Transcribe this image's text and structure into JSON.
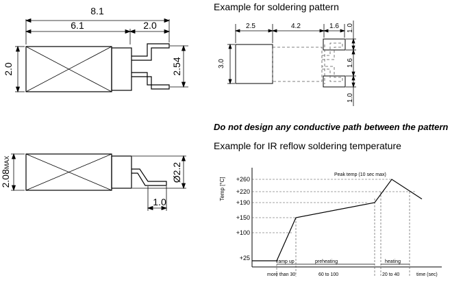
{
  "headings": {
    "soldering_pattern": "Example for soldering pattern",
    "warning": "Do not design any conductive path between the pattern",
    "reflow": "Example for IR reflow soldering temperature"
  },
  "top_view": {
    "overall_length": "8.1",
    "body_length": "6.1",
    "lead_length": "2.0",
    "height": "2.0",
    "lead_pitch": "2.54"
  },
  "side_view": {
    "max_height_value": "2.08",
    "max_height_suffix": "MAX",
    "diameter": "Ø2.2",
    "lead_foot": "1.0"
  },
  "pad_pattern": {
    "dim_a": "2.5",
    "dim_b": "4.2",
    "dim_c": "1.6",
    "height": "3.0",
    "right_top": "1.0",
    "right_mid": "1.6",
    "right_bottom": "1.0"
  },
  "reflow_chart": {
    "peak_label": "Peak temp (10 sec max)",
    "y_axis_label": "Temp [°C]",
    "y_ticks": [
      "+260",
      "+220",
      "+190",
      "+150",
      "+100",
      "+25"
    ],
    "phases": {
      "ramp_up": "ramp up",
      "preheating": "preheating",
      "heating": "heating"
    },
    "x_labels": {
      "ramp_duration": "more than 30",
      "preheat_duration": "60 to 100",
      "heating_duration": "20 to 40",
      "time_unit": "time (sec)"
    },
    "profile_temps": [
      25,
      25,
      150,
      190,
      260,
      200
    ],
    "line_color": "#000000"
  }
}
